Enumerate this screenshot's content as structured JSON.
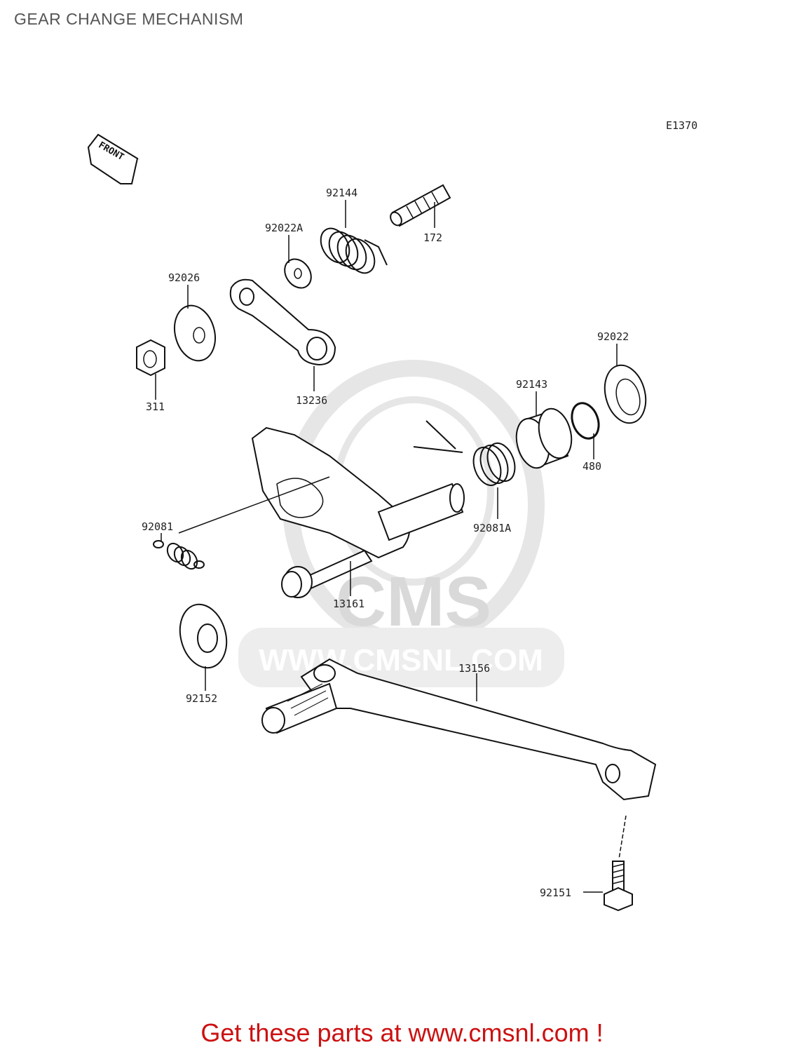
{
  "page": {
    "title": "GEAR CHANGE MECHANISM",
    "diagram_code": "E1370",
    "front_arrow_label": "FRONT",
    "footer_link_text": "Get these parts at www.cmsnl.com !"
  },
  "watermark": {
    "logo_text": "CMS",
    "url_text": "WWW.CMSNL.COM"
  },
  "parts": [
    {
      "id": "92144",
      "label": "92144"
    },
    {
      "id": "172",
      "label": "172"
    },
    {
      "id": "92022A",
      "label": "92022A"
    },
    {
      "id": "92026",
      "label": "92026"
    },
    {
      "id": "311",
      "label": "311"
    },
    {
      "id": "13236",
      "label": "13236"
    },
    {
      "id": "92022",
      "label": "92022"
    },
    {
      "id": "92143",
      "label": "92143"
    },
    {
      "id": "480",
      "label": "480"
    },
    {
      "id": "92081A",
      "label": "92081A"
    },
    {
      "id": "92081",
      "label": "92081"
    },
    {
      "id": "13161",
      "label": "13161"
    },
    {
      "id": "92152",
      "label": "92152"
    },
    {
      "id": "13156",
      "label": "13156"
    },
    {
      "id": "92151",
      "label": "92151"
    }
  ]
}
